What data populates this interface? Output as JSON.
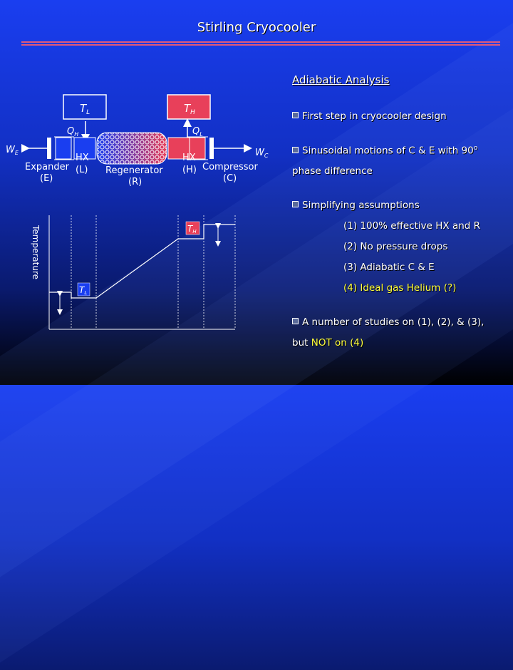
{
  "title": "Stirling Cryocooler",
  "section_title": "Adiabatic Analysis",
  "bullets": [
    {
      "text": "First step in cryocooler design"
    },
    {
      "line1": "Sinusoidal motions of C & E with 90",
      "superscript": "o",
      "line2": "phase difference"
    },
    {
      "text": "Simplifying assumptions"
    },
    {
      "line1": "A number of studies on (1), (2), & (3),",
      "line2_prefix": "but ",
      "line2_highlight": "NOT on (4)"
    }
  ],
  "assumptions": [
    {
      "text": "(1) 100% effective HX and R",
      "highlight": false
    },
    {
      "text": "(2) No pressure drops",
      "highlight": false
    },
    {
      "text": "(3) Adiabatic C & E",
      "highlight": false
    },
    {
      "text": "(4) Ideal gas Helium (?)",
      "highlight": true
    }
  ],
  "schematic": {
    "cold_box": {
      "symbol": "T",
      "sub": "L"
    },
    "hot_box": {
      "symbol": "T",
      "sub": "H"
    },
    "heat_cold": {
      "symbol": "Q",
      "sub": "H"
    },
    "heat_hot": {
      "symbol": "Q",
      "sub": "L"
    },
    "work_expander": {
      "symbol": "W",
      "sub": "E"
    },
    "work_compressor": {
      "symbol": "W",
      "sub": "C"
    },
    "hx_cold_label": "HX",
    "hx_cold_sub": "(L)",
    "hx_hot_label": "HX",
    "hx_hot_sub": "(H)",
    "expander_label": "Expander",
    "expander_sub": "(E)",
    "regenerator_label": "Regenerator",
    "regenerator_sub": "(R)",
    "compressor_label": "Compressor",
    "compressor_sub": "(C)"
  },
  "temperature_plot": {
    "y_label": "Temperature",
    "cold_label": {
      "symbol": "T",
      "sub": "L"
    },
    "hot_label": {
      "symbol": "T",
      "sub": "H"
    }
  },
  "colors": {
    "cold": "#1a3ef0",
    "hot": "#e8405a",
    "highlight": "#ffff3c",
    "rule": "#e05a7a"
  }
}
